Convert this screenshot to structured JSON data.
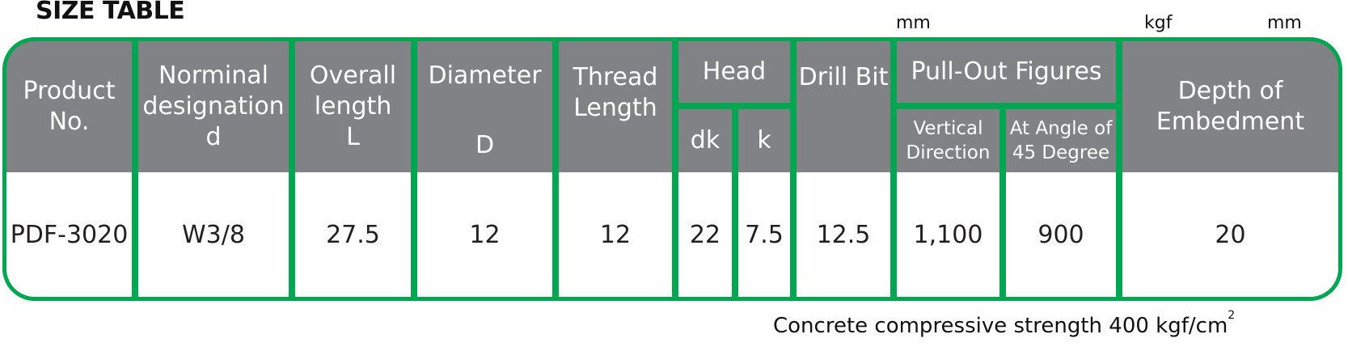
{
  "title": "SIZE TABLE",
  "units": {
    "mm_1": "mm",
    "kgf": "kgf",
    "mm_2": "mm"
  },
  "headers": {
    "product_no": "Product No.",
    "nominal_designation": "Norminal designation",
    "nominal_designation_sym": "d",
    "overall_length": "Overall length",
    "overall_length_sym": "L",
    "diameter": "Diameter",
    "diameter_sym": "D",
    "thread_length": "Thread Length",
    "head": "Head",
    "head_dk": "dk",
    "head_k": "k",
    "drill_bit": "Drill Bit",
    "pull_out": "Pull-Out Figures",
    "vertical_direction": "Vertical Direction",
    "angle_45": "At Angle of 45 Degree",
    "depth_of_embedment": "Depth of Embedment"
  },
  "row": {
    "product_no": "PDF-3020",
    "nominal_designation": "W3/8",
    "overall_length": "27.5",
    "diameter": "12",
    "thread_length": "12",
    "dk": "22",
    "k": "7.5",
    "drill_bit": "12.5",
    "vertical": "1,100",
    "angle_45": "900",
    "depth_of_embedment": "20"
  },
  "footnote": {
    "text": "Concrete compressive strength 400 kgf/cm",
    "sup": "2"
  }
}
